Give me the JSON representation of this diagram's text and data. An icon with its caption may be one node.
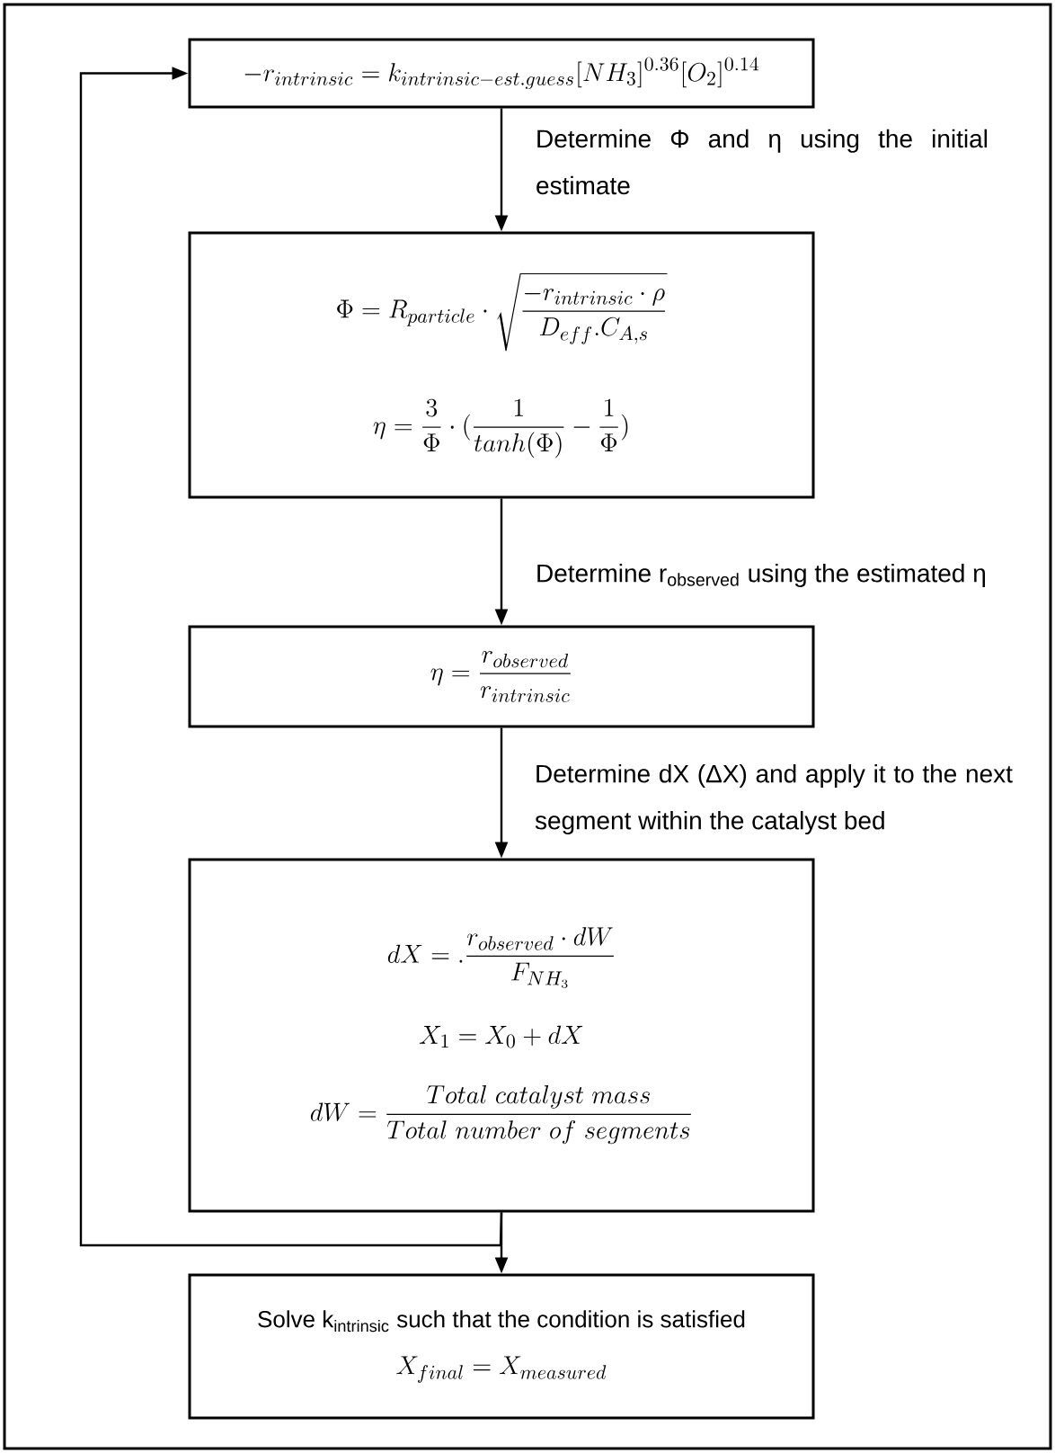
{
  "diagram": {
    "nodes": [
      {
        "text": [
          "-r_{intrinsic} = k_{intrinsic-est.guess}[NH_3]^{0.36}[O_2]^{0.14}"
        ]
      },
      {
        "text": [
          "\\Phi = R_{particle}\\cdot\\sqrt{\\frac{-r_{intrinsic}\\cdot\\rho}{D_{eff}.C_{A,s}}}",
          "\\eta = \\frac{3}{\\Phi}\\cdot(\\frac{1}{tanh(\\Phi)} - \\frac{1}{\\Phi})"
        ]
      },
      {
        "text": [
          "\\eta = \\frac{r_{observed}}{r_{intrinsic}}"
        ]
      },
      {
        "text": [
          "dX =.\\frac{r_{observed}\\cdot dW}{F_{NH_3}}",
          "X_1 = X_0 + dX",
          "dW = \\frac{Total\\ catalyst\\ mass}{Total\\ number\\ of\\ segments}"
        ]
      },
      {
        "text": [
          "\\text{Solve k}_{\\text{intrinsic}}\\text{ such that the condition is satisfied}",
          "X_{final} = X_{measured}"
        ]
      }
    ],
    "edges": [
      {
        "from": 0,
        "to": 1,
        "arrow": "to",
        "label": "Determine Φ and η using the initial estimate"
      },
      {
        "from": 1,
        "to": 2,
        "arrow": "to",
        "label": "Determine r$_{observed}$ using the estimated η"
      },
      {
        "from": 2,
        "to": 3,
        "arrow": "to",
        "label": "Determine dX (ΔX) and apply it to the next segment within the catalyst bed"
      },
      {
        "from": 3,
        "to": 0,
        "arrow": "to"
      },
      {
        "from": 3,
        "to": 4,
        "arrow": "to"
      }
    ]
  }
}
